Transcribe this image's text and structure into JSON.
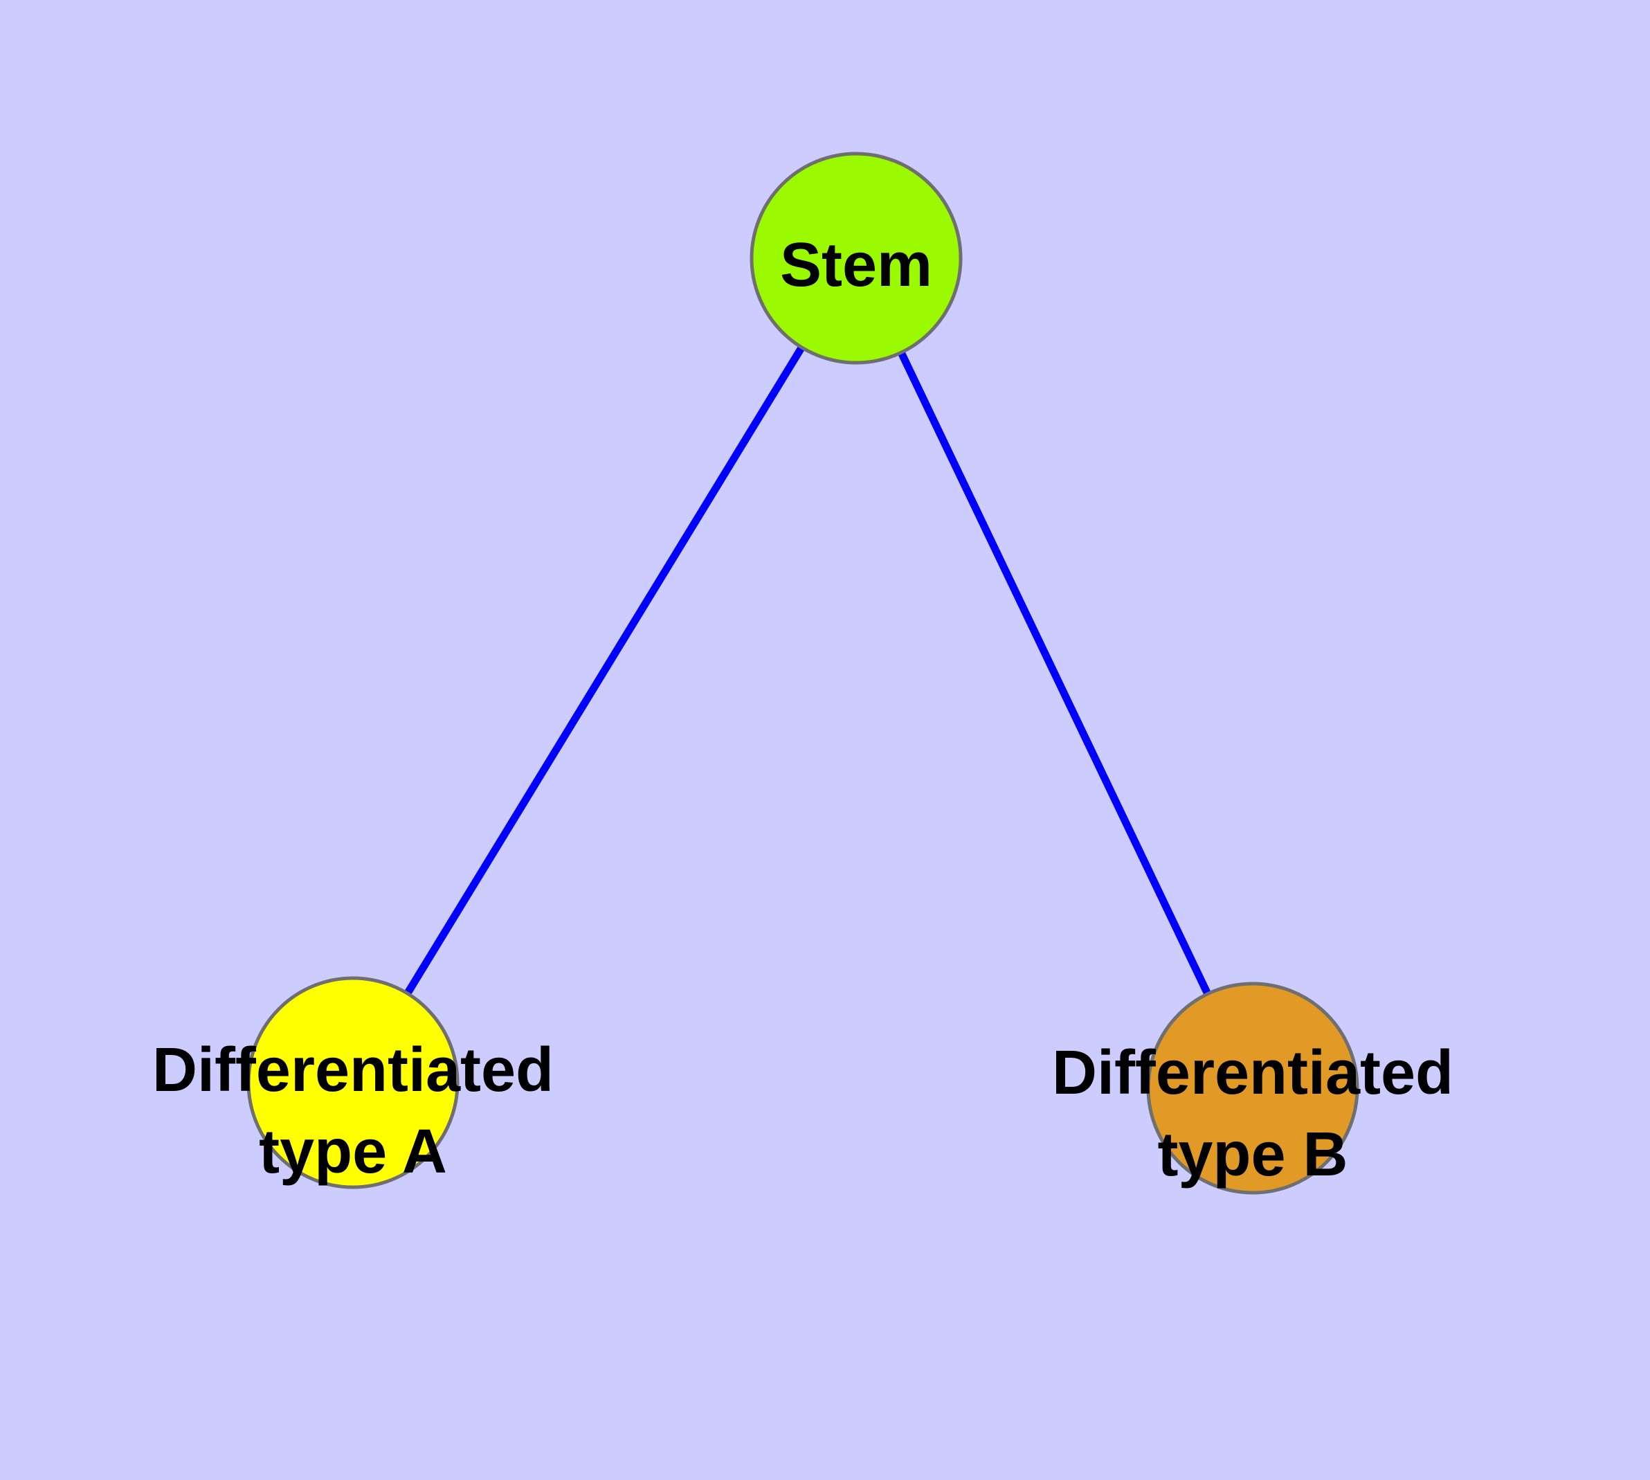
{
  "canvas": {
    "background_color": "#CCCCFF"
  },
  "graph": {
    "edge_color": "#0000FF",
    "node_border_color": "#6F6F6F",
    "label_color": "#000000",
    "nodes": {
      "stem": {
        "label": "Stem",
        "fill_color": "#9BF900"
      },
      "type_a": {
        "label_line1": "Differentiated",
        "label_line2": "type A",
        "fill_color": "#FFFF00"
      },
      "type_b": {
        "label_line1": "Differentiated",
        "label_line2": "type B",
        "fill_color": "#E29A26"
      }
    },
    "edges": [
      {
        "from": "Stem",
        "to": "Differentiated type A"
      },
      {
        "from": "Stem",
        "to": "Differentiated type B"
      }
    ]
  }
}
